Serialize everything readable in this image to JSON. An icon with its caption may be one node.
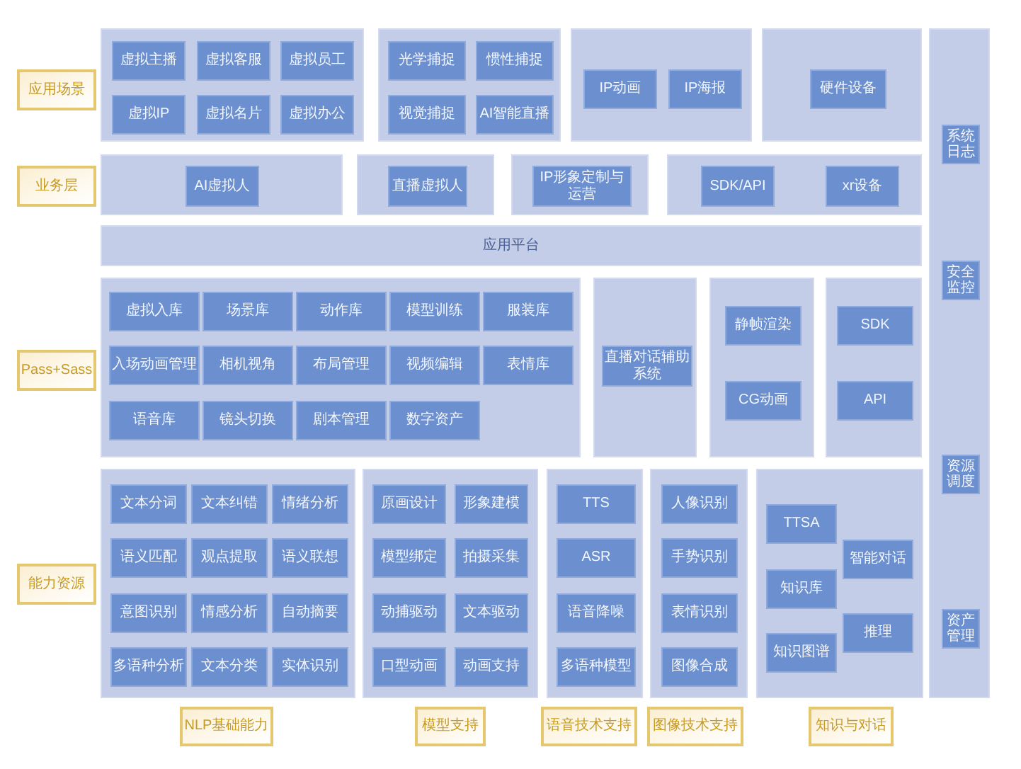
{
  "diagram": {
    "nodes": [
      {
        "text": [
          "应用场景"
        ]
      },
      {
        "text": [],
        "shape": "box"
      },
      {
        "text": [
          "虚拟主播"
        ],
        "in": 1
      },
      {
        "text": [
          "虚拟客服"
        ],
        "in": 1
      },
      {
        "text": [
          "虚拟员工"
        ],
        "in": 1
      },
      {
        "text": [
          "虚拟IP"
        ],
        "in": 1
      },
      {
        "text": [
          "虚拟名片"
        ],
        "in": 1
      },
      {
        "text": [
          "虚拟办公"
        ],
        "in": 1
      },
      {
        "text": [],
        "shape": "box"
      },
      {
        "text": [
          "光学捕捉"
        ],
        "in": 8
      },
      {
        "text": [
          "惯性捕捉"
        ],
        "in": 8
      },
      {
        "text": [
          "视觉捕捉"
        ],
        "in": 8
      },
      {
        "text": [
          "AI智能直播"
        ],
        "in": 8
      },
      {
        "text": [],
        "shape": "box"
      },
      {
        "text": [
          "IP动画"
        ],
        "in": 13
      },
      {
        "text": [
          "IP海报"
        ],
        "in": 13
      },
      {
        "text": [],
        "shape": "box"
      },
      {
        "text": [
          "硬件设备"
        ],
        "in": 16
      },
      {
        "text": [
          "业务层"
        ]
      },
      {
        "text": [],
        "shape": "box"
      },
      {
        "text": [
          "AI虚拟人"
        ],
        "in": 19
      },
      {
        "text": [],
        "shape": "box"
      },
      {
        "text": [
          "直播虚拟人"
        ],
        "in": 21
      },
      {
        "text": [],
        "shape": "box"
      },
      {
        "text": [
          "IP形象定制与运营"
        ],
        "in": 23
      },
      {
        "text": [],
        "shape": "box"
      },
      {
        "text": [
          "SDK/API"
        ],
        "in": 25
      },
      {
        "text": [
          "xr设备"
        ],
        "in": 25
      },
      {
        "text": [
          "应用平台"
        ]
      },
      {
        "text": [
          "Pass+Sass"
        ]
      },
      {
        "text": [],
        "shape": "box"
      },
      {
        "text": [
          "虚拟入库"
        ],
        "in": 30
      },
      {
        "text": [
          "场景库"
        ],
        "in": 30
      },
      {
        "text": [
          "动作库"
        ],
        "in": 30
      },
      {
        "text": [
          "模型训练"
        ],
        "in": 30
      },
      {
        "text": [
          "服装库"
        ],
        "in": 30
      },
      {
        "text": [
          "入场动画管理"
        ],
        "in": 30
      },
      {
        "text": [
          "相机视角"
        ],
        "in": 30
      },
      {
        "text": [
          "布局管理"
        ],
        "in": 30
      },
      {
        "text": [
          "视频编辑"
        ],
        "in": 30
      },
      {
        "text": [
          "表情库"
        ],
        "in": 30
      },
      {
        "text": [
          "语音库"
        ],
        "in": 30
      },
      {
        "text": [
          "镜头切换"
        ],
        "in": 30
      },
      {
        "text": [
          "剧本管理"
        ],
        "in": 30
      },
      {
        "text": [
          "数字资产"
        ],
        "in": 30
      },
      {
        "text": [],
        "shape": "box"
      },
      {
        "text": [
          "直播对话辅助系统"
        ],
        "in": 45
      },
      {
        "text": [],
        "shape": "box"
      },
      {
        "text": [
          "静帧渲染"
        ],
        "in": 47
      },
      {
        "text": [
          "CG动画"
        ],
        "in": 47
      },
      {
        "text": [],
        "shape": "box"
      },
      {
        "text": [
          "SDK"
        ],
        "in": 50
      },
      {
        "text": [
          "API"
        ],
        "in": 50
      },
      {
        "text": [
          "能力资源"
        ]
      },
      {
        "text": [],
        "shape": "box"
      },
      {
        "text": [
          "文本分词"
        ],
        "in": 54
      },
      {
        "text": [
          "文本纠错"
        ],
        "in": 54
      },
      {
        "text": [
          "情绪分析"
        ],
        "in": 54
      },
      {
        "text": [
          "语义匹配"
        ],
        "in": 54
      },
      {
        "text": [
          "观点提取"
        ],
        "in": 54
      },
      {
        "text": [
          "语义联想"
        ],
        "in": 54
      },
      {
        "text": [
          "意图识别"
        ],
        "in": 54
      },
      {
        "text": [
          "情感分析"
        ],
        "in": 54
      },
      {
        "text": [
          "自动摘要"
        ],
        "in": 54
      },
      {
        "text": [
          "多语种分析"
        ],
        "in": 54
      },
      {
        "text": [
          "文本分类"
        ],
        "in": 54
      },
      {
        "text": [
          "实体识别"
        ],
        "in": 54
      },
      {
        "text": [],
        "shape": "box"
      },
      {
        "text": [
          "原画设计"
        ],
        "in": 67
      },
      {
        "text": [
          "形象建模"
        ],
        "in": 67
      },
      {
        "text": [
          "模型绑定"
        ],
        "in": 67
      },
      {
        "text": [
          "拍摄采集"
        ],
        "in": 67
      },
      {
        "text": [
          "动捕驱动"
        ],
        "in": 67
      },
      {
        "text": [
          "文本驱动"
        ],
        "in": 67
      },
      {
        "text": [
          "口型动画"
        ],
        "in": 67
      },
      {
        "text": [
          "动画支持"
        ],
        "in": 67
      },
      {
        "text": [],
        "shape": "box"
      },
      {
        "text": [
          "TTS"
        ],
        "in": 76
      },
      {
        "text": [
          "ASR"
        ],
        "in": 76
      },
      {
        "text": [
          "语音降噪"
        ],
        "in": 76
      },
      {
        "text": [
          "多语种模型"
        ],
        "in": 76
      },
      {
        "text": [],
        "shape": "box"
      },
      {
        "text": [
          "人像识别"
        ],
        "in": 81
      },
      {
        "text": [
          "手势识别"
        ],
        "in": 81
      },
      {
        "text": [
          "表情识别"
        ],
        "in": 81
      },
      {
        "text": [
          "图像合成"
        ],
        "in": 81
      },
      {
        "text": [],
        "shape": "box"
      },
      {
        "text": [
          "TTSA"
        ],
        "in": 86
      },
      {
        "text": [
          "智能对话"
        ],
        "in": 86
      },
      {
        "text": [
          "知识库"
        ],
        "in": 86
      },
      {
        "text": [
          "推理"
        ],
        "in": 86
      },
      {
        "text": [
          "知识图谱"
        ],
        "in": 86
      },
      {
        "text": [
          "NLP基础能力"
        ]
      },
      {
        "text": [
          "模型支持"
        ]
      },
      {
        "text": [
          "语音技术支持"
        ]
      },
      {
        "text": [
          "图像技术支持"
        ]
      },
      {
        "text": [
          "知识与对话"
        ]
      },
      {
        "text": [],
        "shape": "box"
      },
      {
        "text": [
          "系统日志"
        ],
        "in": 97
      },
      {
        "text": [
          "安全监控"
        ],
        "in": 97
      },
      {
        "text": [
          "资源调度"
        ],
        "in": 97
      },
      {
        "text": [
          "资产管理"
        ],
        "in": 97
      }
    ]
  }
}
